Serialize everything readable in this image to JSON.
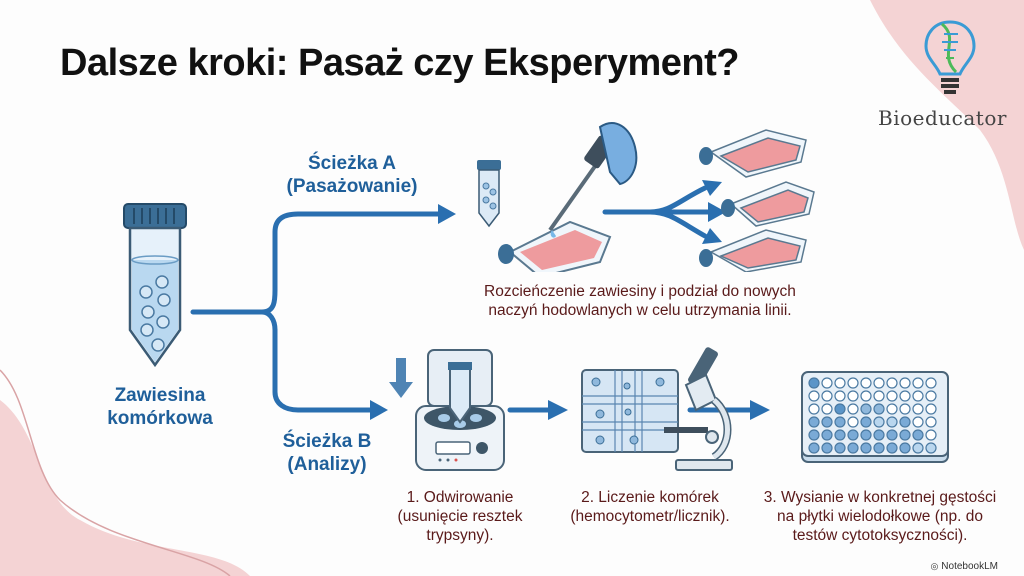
{
  "title": "Dalsze kroki: Pasaż czy Eksperyment?",
  "brand": {
    "name": "Bioeducator",
    "icon": "dna-lightbulb-icon"
  },
  "source": {
    "cell_suspension_label": [
      "Zawiesina",
      "komórkowa"
    ]
  },
  "path_a": {
    "label": "Ścieżka A",
    "sublabel": "(Pasażowanie)",
    "description_lines": [
      "Rozcieńczenie zawiesiny i podział do nowych",
      "naczyń hodowlanych w celu utrzymania linii."
    ]
  },
  "path_b": {
    "label": "Ścieżka B",
    "sublabel": "(Analizy)",
    "steps": [
      {
        "lines": [
          "1. Odwirowanie",
          "(usunięcie resztek",
          "trypsyny)."
        ],
        "icon": "centrifuge-icon"
      },
      {
        "lines": [
          "2. Liczenie komórek",
          "(hemocytometr/licznik)."
        ],
        "icon": "microscope-icon"
      },
      {
        "lines": [
          "3. Wysianie w konkretnej gęstości",
          "na płytki wielodołkowe (np. do",
          "testów cytotoksyczności)."
        ],
        "icon": "well-plate-icon"
      }
    ]
  },
  "footer": {
    "watermark": "NotebookLM"
  },
  "colors": {
    "accent_blue": "#2a6fb0",
    "label_blue": "#1f5f9a",
    "desc_text": "#5a1a1a",
    "decor_pink": "#f2cfd0",
    "medium_pink": "#ef9a9a"
  }
}
